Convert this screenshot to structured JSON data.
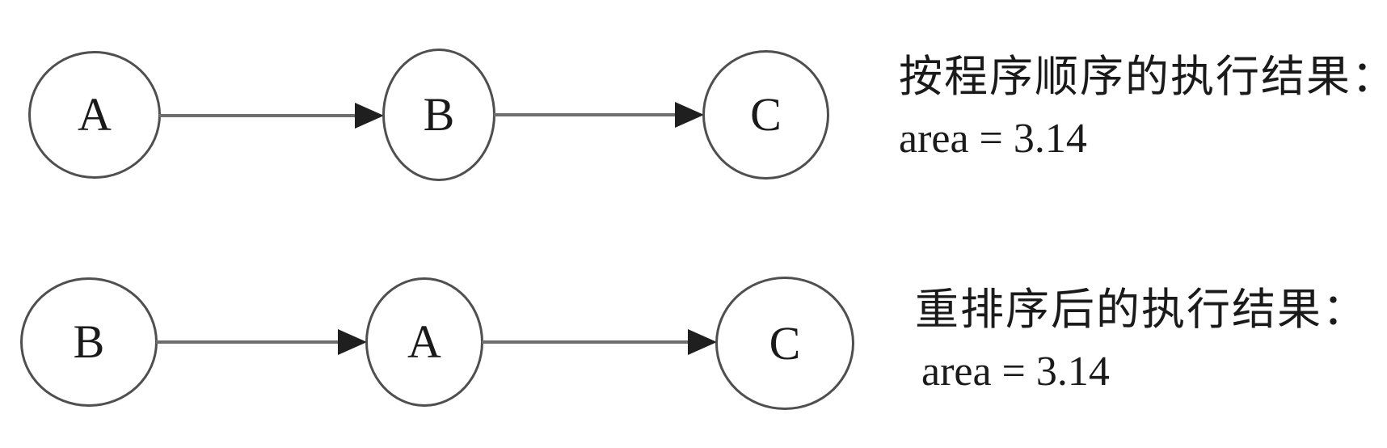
{
  "colors": {
    "background": "#ffffff",
    "node_stroke": "#4f4f4f",
    "node_fill": "#ffffff",
    "arrow_line": "#6e6e6e",
    "arrow_head": "#1f1f1f",
    "text": "#1a1a1a"
  },
  "rows": [
    {
      "name": "program-order",
      "nodes": [
        {
          "label": "A"
        },
        {
          "label": "B"
        },
        {
          "label": "C"
        }
      ],
      "edges": [
        {
          "from": "A",
          "to": "B"
        },
        {
          "from": "B",
          "to": "C"
        }
      ],
      "caption": {
        "line1": "按程序顺序的执行结果：",
        "line2": "area = 3.14"
      }
    },
    {
      "name": "reordered",
      "nodes": [
        {
          "label": "B"
        },
        {
          "label": "A"
        },
        {
          "label": "C"
        }
      ],
      "edges": [
        {
          "from": "B",
          "to": "A"
        },
        {
          "from": "A",
          "to": "C"
        }
      ],
      "caption": {
        "line1": "重排序后的执行结果：",
        "line2": "area = 3.14"
      }
    }
  ]
}
